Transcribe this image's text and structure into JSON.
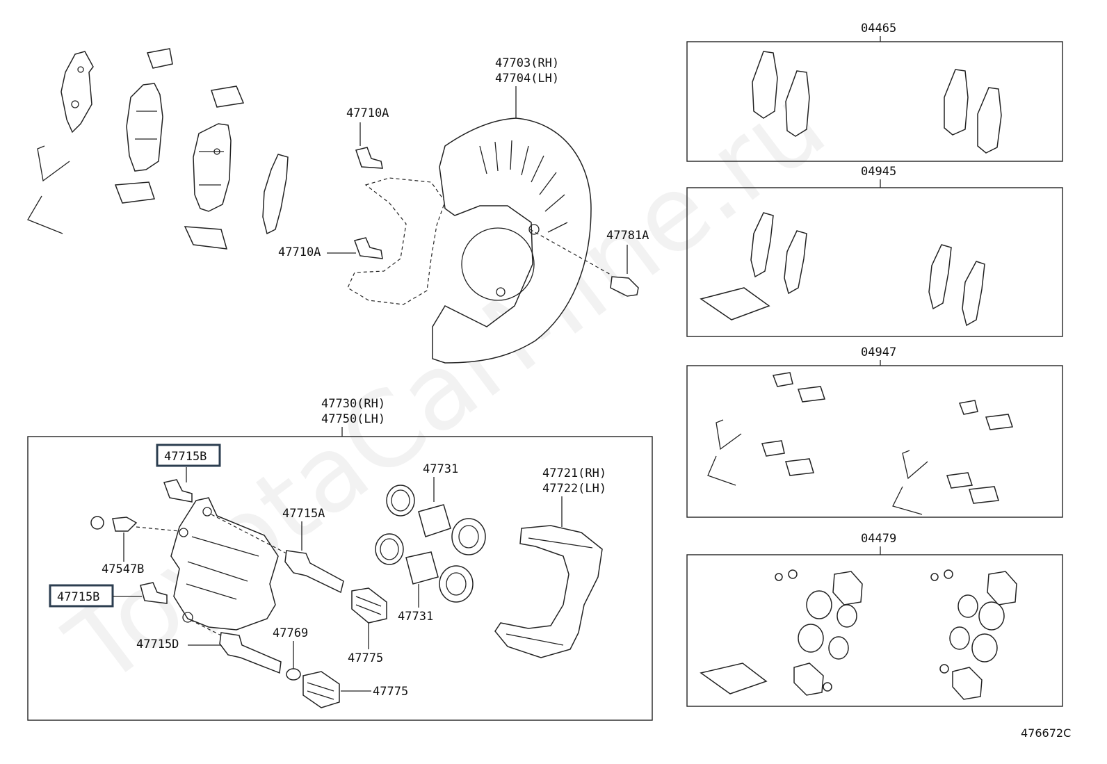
{
  "watermark": "ToyotaCarMine.ru",
  "diagram_id": "476672C",
  "labels": {
    "kit_04465": "04465",
    "kit_04945": "04945",
    "kit_04947": "04947",
    "kit_04479": "04479",
    "shield_rh": "47703(RH)",
    "shield_lh": "47704(LH)",
    "bolt_top": "47710A",
    "bolt_mid": "47710A",
    "bolt_47781a": "47781A",
    "caliper_rh": "47730(RH)",
    "caliper_lh": "47750(LH)",
    "bolt_715b_top": "47715B",
    "bolt_715b_left": "47715B",
    "pin_715a": "47715A",
    "bleeder_547b": "47547B",
    "pin_715d": "47715D",
    "bushing_769": "47769",
    "boot_775_a": "47775",
    "boot_775_b": "47775",
    "seal_731_top": "47731",
    "seal_731_bottom": "47731",
    "mount_rh": "47721(RH)",
    "mount_lh": "47722(LH)"
  }
}
